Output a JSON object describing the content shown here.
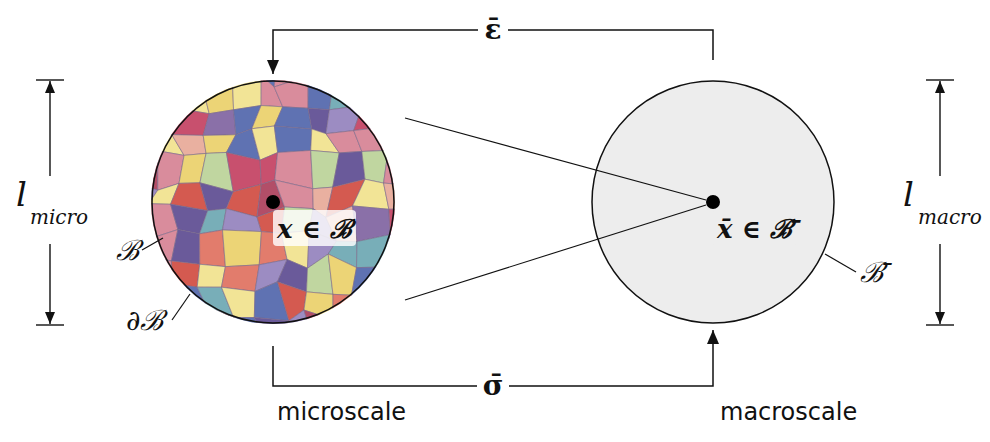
{
  "diagram": {
    "nodes": [
      {
        "text": [
          "x ∈ ℬ",
          "microscale"
        ]
      },
      {
        "text": [
          "x̄ ∈ ℬ̄",
          "macroscale"
        ]
      }
    ],
    "edges": [
      {
        "from": 1,
        "to": 0,
        "arrow": "to",
        "label": "ε̄"
      },
      {
        "from": 0,
        "to": 1,
        "arrow": "to",
        "label": "σ̄"
      }
    ],
    "labels": [
      "l",
      "micro",
      "l",
      "macro",
      "ℬ",
      "∂ℬ",
      "ℬ̄"
    ]
  }
}
